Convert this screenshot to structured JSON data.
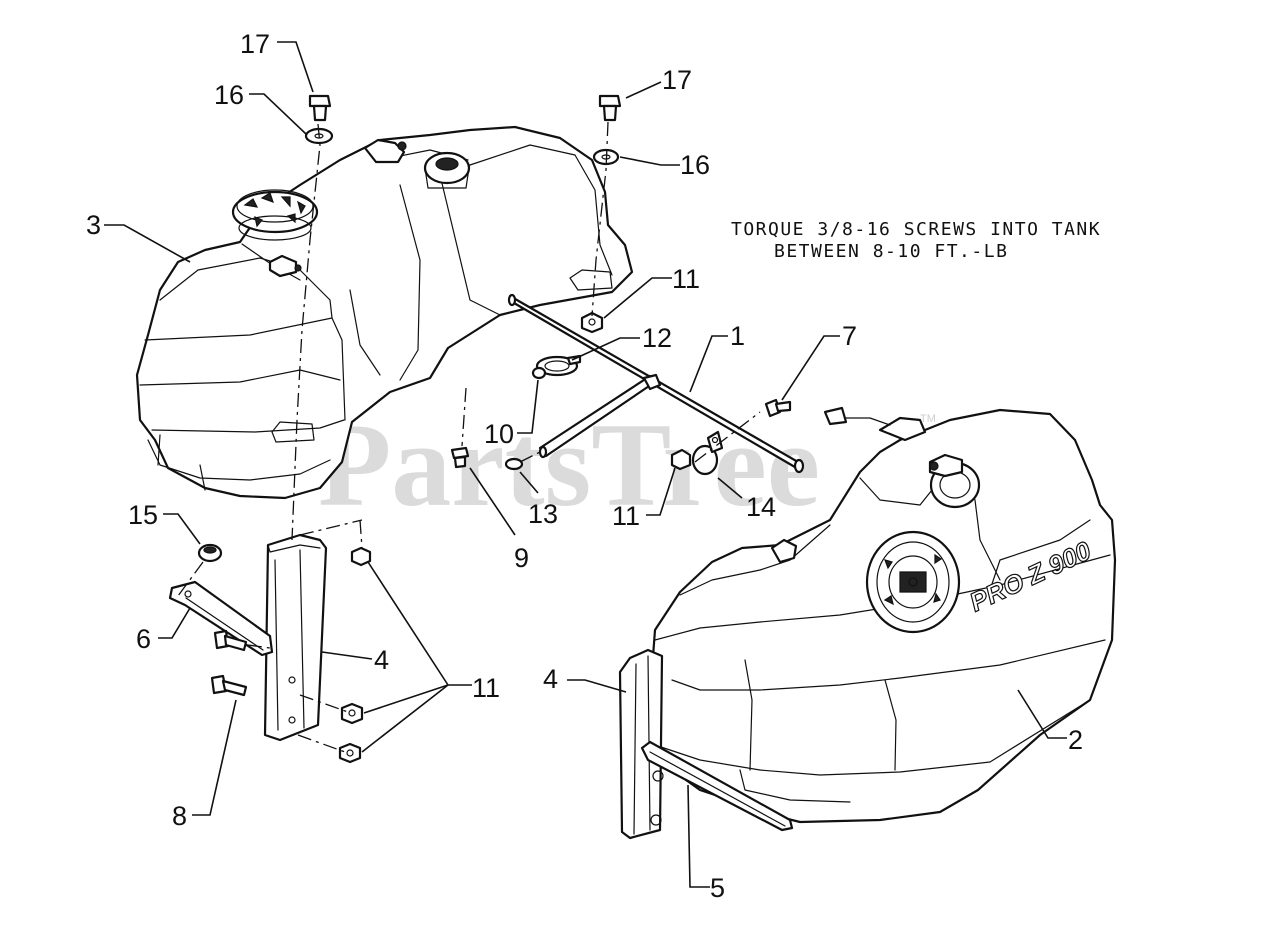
{
  "note": {
    "line1": "TORQUE 3/8-16 SCREWS INTO TANK",
    "line2": "BETWEEN 8-10 FT.-LB"
  },
  "watermark": {
    "text": "PartsTree",
    "trademark": "TM",
    "color": "#cfcfcf"
  },
  "tank_badge": "PRO Z 900",
  "callouts": {
    "c17a": "17",
    "c16a": "16",
    "c17b": "17",
    "c16b": "16",
    "c3": "3",
    "c11a": "11",
    "c12": "12",
    "c1": "1",
    "c7": "7",
    "c10": "10",
    "c13": "13",
    "c9": "9",
    "c11b": "11",
    "c14": "14",
    "c15": "15",
    "c6": "6",
    "c4a": "4",
    "c11c": "11",
    "c8": "8",
    "c4b": "4",
    "c2": "2",
    "c5": "5"
  },
  "icons": [
    "fuel-cap-icon",
    "fuel-fitting-icon",
    "bolt-icon",
    "washer-icon",
    "nut-icon",
    "clamp-icon",
    "tube-icon"
  ]
}
